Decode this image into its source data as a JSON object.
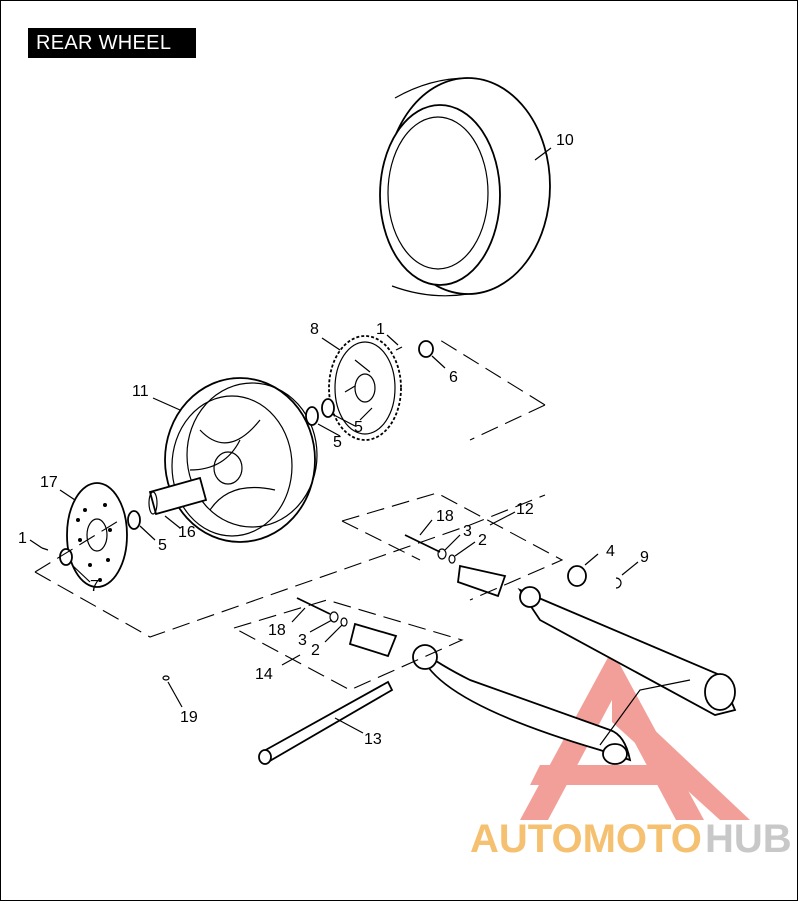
{
  "title": "REAR WHEEL",
  "colors": {
    "line": "#000000",
    "background": "#ffffff",
    "logo_red": "#f08078",
    "logo_orange": "#f5c070",
    "logo_gray": "#c8c8c8"
  },
  "callouts": [
    {
      "id": "c10",
      "text": "10"
    },
    {
      "id": "c8",
      "text": "8"
    },
    {
      "id": "c1a",
      "text": "1"
    },
    {
      "id": "c6",
      "text": "6"
    },
    {
      "id": "c11",
      "text": "11"
    },
    {
      "id": "c5a",
      "text": "5"
    },
    {
      "id": "c5b",
      "text": "5"
    },
    {
      "id": "c17",
      "text": "17"
    },
    {
      "id": "c1b",
      "text": "1"
    },
    {
      "id": "c16",
      "text": "16"
    },
    {
      "id": "c5c",
      "text": "5"
    },
    {
      "id": "c7",
      "text": "7"
    },
    {
      "id": "c12",
      "text": "12"
    },
    {
      "id": "c18a",
      "text": "18"
    },
    {
      "id": "c3a",
      "text": "3"
    },
    {
      "id": "c2a",
      "text": "2"
    },
    {
      "id": "c4",
      "text": "4"
    },
    {
      "id": "c9",
      "text": "9"
    },
    {
      "id": "c18b",
      "text": "18"
    },
    {
      "id": "c3b",
      "text": "3"
    },
    {
      "id": "c2b",
      "text": "2"
    },
    {
      "id": "c14",
      "text": "14"
    },
    {
      "id": "c19",
      "text": "19"
    },
    {
      "id": "c13",
      "text": "13"
    }
  ],
  "watermark": {
    "part1": "AUTOMOTO",
    "part2": "HUB",
    "icon": "triangle-logo-icon"
  }
}
